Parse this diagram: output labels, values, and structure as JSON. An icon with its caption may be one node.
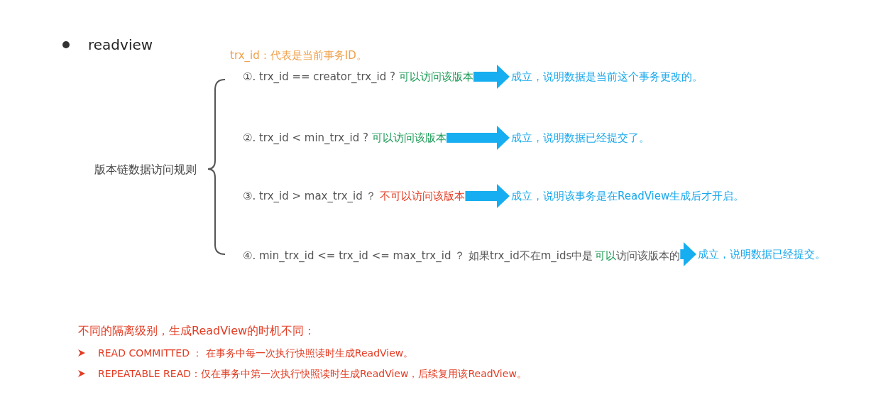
{
  "diagram": {
    "nodes": [
      {
        "text": [
          "①. trx_id == creator_trx_id ?",
          "可以访问该版本"
        ]
      },
      {
        "text": [
          "成立，说明数据是当前这个事务更改的。"
        ]
      },
      {
        "text": [
          "②. trx_id < min_trx_id ?",
          "可以访问该版本"
        ]
      },
      {
        "text": [
          "成立，说明数据已经提交了。"
        ]
      },
      {
        "text": [
          "③. trx_id > max_trx_id ？",
          "不可以访问该版本"
        ]
      },
      {
        "text": [
          "成立，说明该事务是在ReadView生成后才开启。"
        ]
      },
      {
        "text": [
          "④. min_trx_id <= trx_id <= max_trx_id ？ 如果trx_id不在m_ids中是",
          "可以",
          "访问该版本的"
        ]
      },
      {
        "text": [
          "成立，说明数据已经提交。"
        ]
      }
    ],
    "edges": [
      {
        "from": 0,
        "to": 1,
        "arrow": "to"
      },
      {
        "from": 2,
        "to": 3,
        "arrow": "to"
      },
      {
        "from": 4,
        "to": 5,
        "arrow": "to"
      },
      {
        "from": 6,
        "to": 7,
        "arrow": "to"
      }
    ],
    "labels": [
      "readview",
      "trx_id：代表是当前事务ID。",
      "版本链数据访问规则",
      "不同的隔离级别，生成ReadView的时机不同：",
      "READ COMMITTED ： 在事务中每一次执行快照读时生成ReadView。",
      "REPEATABLE READ：仅在事务中第一次执行快照读时生成ReadView，后续复用该ReadView。"
    ]
  }
}
